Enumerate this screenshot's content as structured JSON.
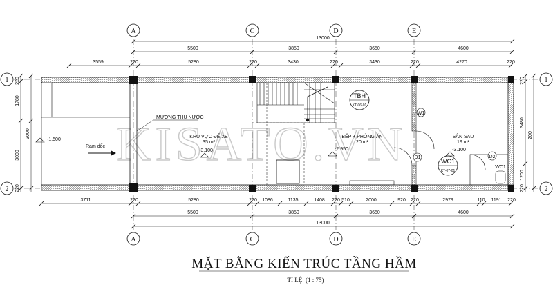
{
  "drawing": {
    "title": "MẶT BẰNG KIẾN TRÚC TẦNG HẦM",
    "scale": "TỈ LỆ: (1 : 75)",
    "watermark": "KISATO.VN"
  },
  "grid": {
    "columns": [
      "A",
      "C",
      "D",
      "E"
    ],
    "rows": [
      "1",
      "2"
    ]
  },
  "dimensions": {
    "overall": "13000",
    "bays": [
      "5500",
      "3850",
      "3650",
      "4600"
    ],
    "top_chain": [
      "3559",
      "220",
      "5280",
      "220",
      "3430",
      "220",
      "3430",
      "220",
      "4270",
      "220"
    ],
    "bottom_chain": [
      "3711",
      "220",
      "5280",
      "220",
      "1086",
      "1135",
      "1408",
      "220",
      "510",
      "2000",
      "920",
      "220",
      "2979",
      "110",
      "1191",
      "220"
    ],
    "left": [
      "220",
      "1780",
      "3000",
      "3000",
      "220"
    ],
    "right": [
      "220",
      "3480",
      "1200",
      "220"
    ],
    "small": "200"
  },
  "rooms": {
    "khu_vuc_de_xe": {
      "name": "KHU VỰC ĐỂ XE",
      "area": "35 m²",
      "level": "-3.100"
    },
    "bep_phong_an": {
      "name": "BẾP + PHÒNG ĂN",
      "area": "20 m²",
      "level": "-2.950"
    },
    "san_sau": {
      "name": "SÂN SAU",
      "area": "19 m²",
      "level": "-3.100"
    }
  },
  "annotations": {
    "muong": "MƯƠNG THU NƯỚC",
    "ram": "Ram dốc",
    "ram_level": "-1.500"
  },
  "tags": {
    "tbh": {
      "code": "TBH",
      "ref": "KT-06-01"
    },
    "wc1": {
      "code": "WC1",
      "ref": "KT-07-01"
    },
    "wc_label": "WC1",
    "d1": "D1",
    "d2": "D2",
    "w1": "W1"
  }
}
